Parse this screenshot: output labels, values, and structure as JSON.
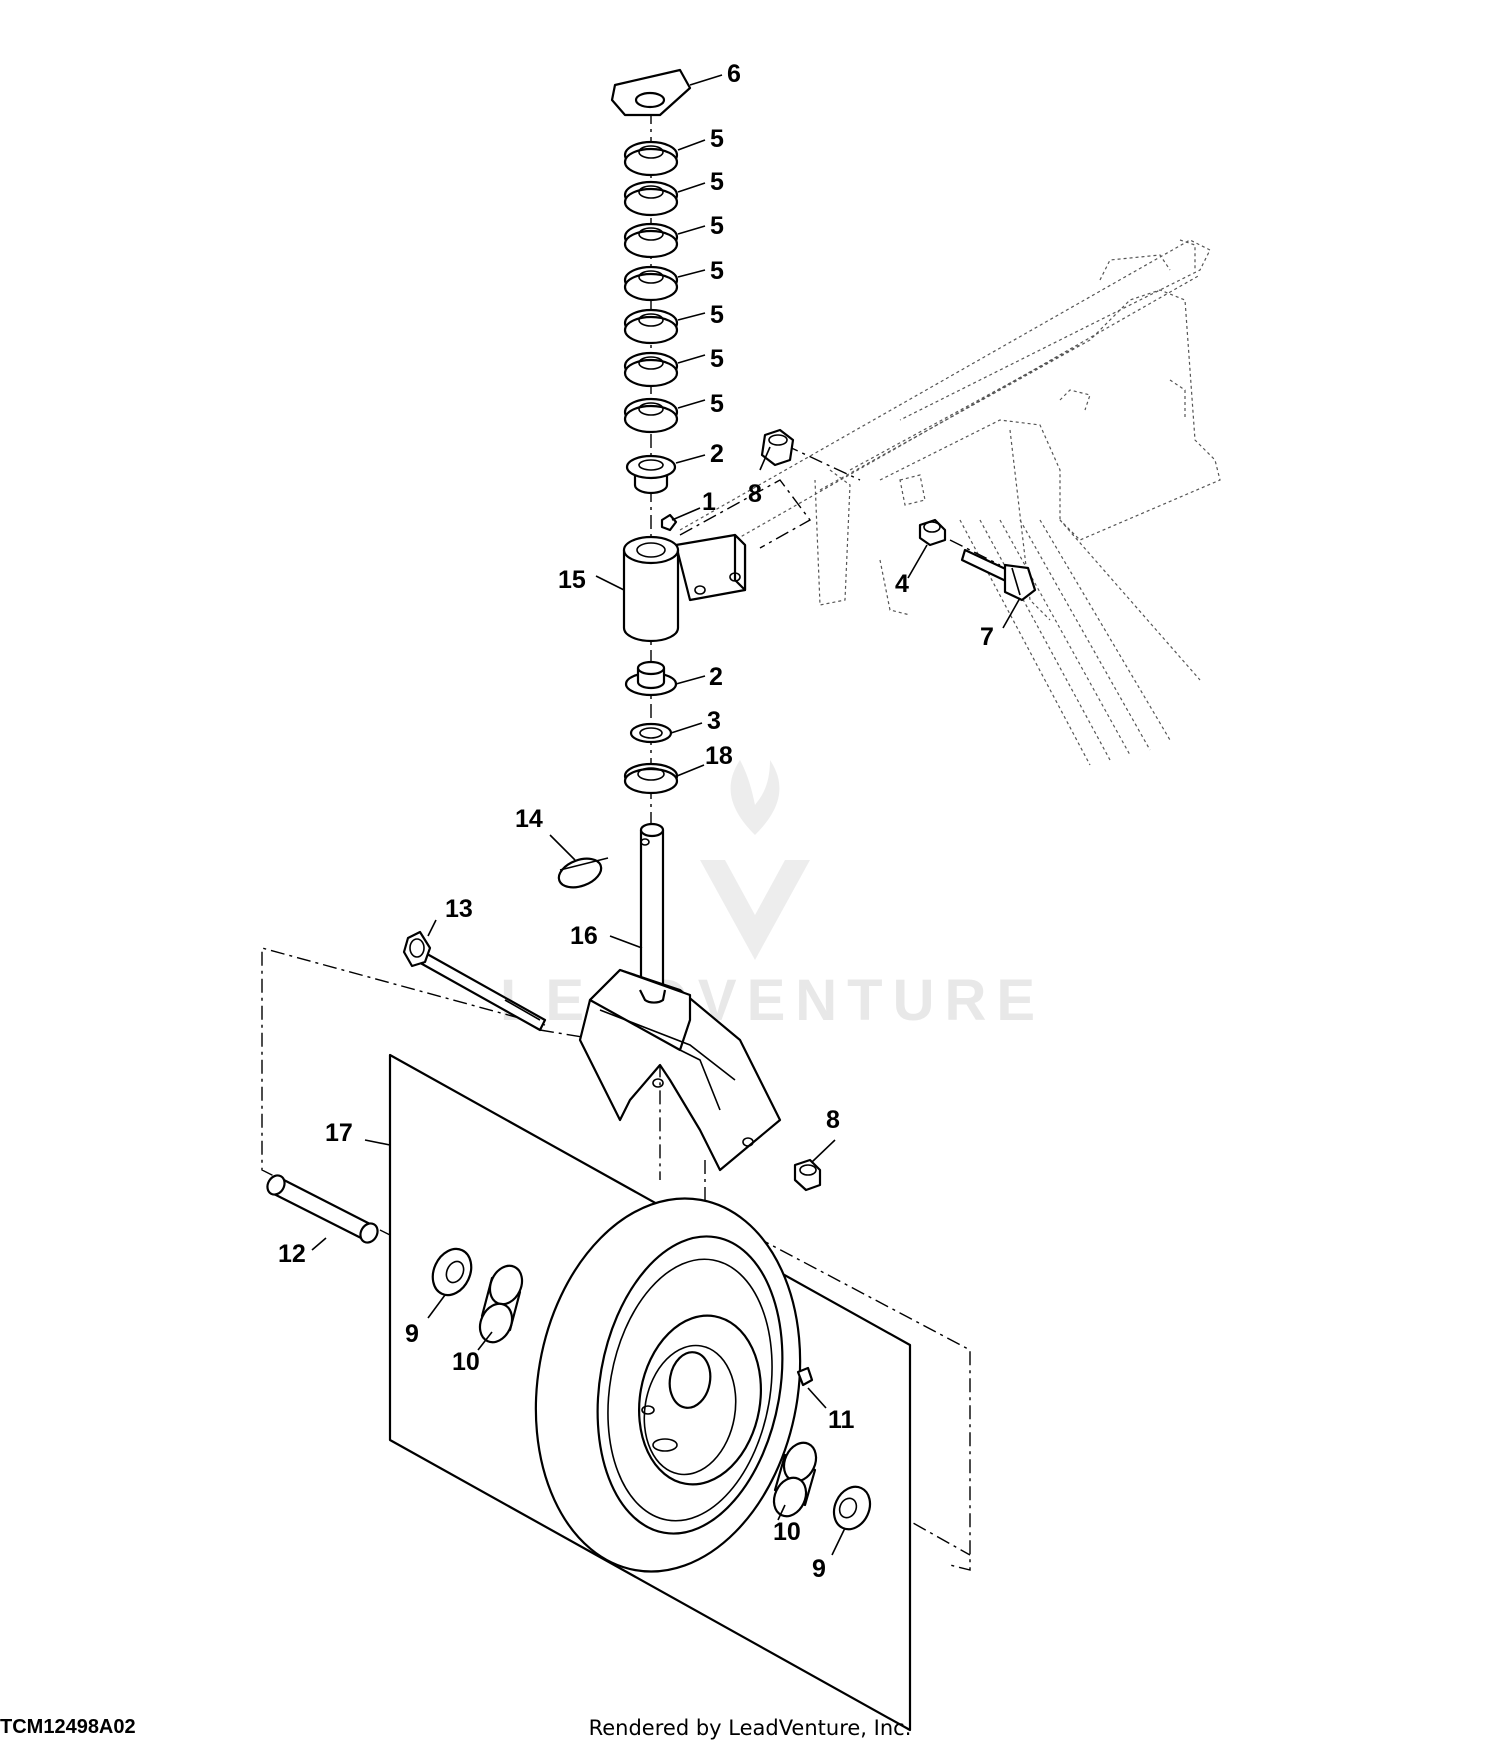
{
  "figure_id": "TCM12498A02",
  "credit": "Rendered by LeadVenture, Inc.",
  "watermark": "LEADVENTURE",
  "callouts": {
    "c1": "1",
    "c2a": "2",
    "c2b": "2",
    "c3": "3",
    "c4": "4",
    "c5a": "5",
    "c5b": "5",
    "c5c": "5",
    "c5d": "5",
    "c5e": "5",
    "c5f": "5",
    "c5g": "5",
    "c6": "6",
    "c7": "7",
    "c8a": "8",
    "c8b": "8",
    "c9a": "9",
    "c9b": "9",
    "c10a": "10",
    "c10b": "10",
    "c11": "11",
    "c12": "12",
    "c13": "13",
    "c14": "14",
    "c15": "15",
    "c16": "16",
    "c17": "17",
    "c18": "18"
  }
}
